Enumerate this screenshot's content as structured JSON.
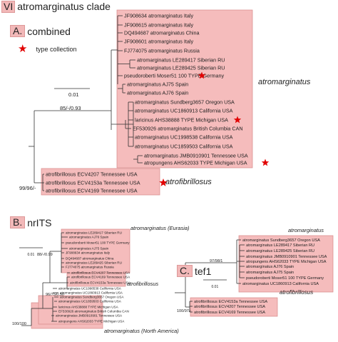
{
  "title": {
    "roman": "VI",
    "text": "atromarginatus clade"
  },
  "panels": {
    "A": {
      "letter": "A.",
      "name": "combined"
    },
    "B": {
      "letter": "B.",
      "name": "nrITS"
    },
    "C": {
      "letter": "C.",
      "name": "tef1"
    }
  },
  "legend": {
    "icon": "star-icon",
    "label": "type collection",
    "color": "#e10000"
  },
  "colors": {
    "highlight": "#f5bcbc",
    "highlight_border": "#d88888",
    "star": "#e10000",
    "line": "#333333"
  },
  "treeA": {
    "scale": "0.01",
    "support": [
      "85/-/0.93",
      "99/96/-"
    ],
    "clades": [
      "atromarginatus",
      "atrofibrillosus"
    ],
    "tips": [
      "JF908634 atromarginatus Italy",
      "JF908615 atromarginatus Italy",
      "DQ494687 atromarginatus China",
      "JF908601 atromarginatus Italy",
      "FJ774075 atromarginatus Russia",
      "atromarginatus LE289417 Siberian RU",
      "atromarginatus LE289425 Siberian RU",
      "pseudoroberti Moser51 100 TYPE Germany",
      "atromarginatus AJ75 Spain",
      "atromarginatus AJ76 Spain",
      "atromarginatus Sundberg3657 Oregon  USA",
      "atromarginatus UC1860913 California  USA",
      "laricinus AHS38888 TYPE Michigan  USA",
      "EF530926 atromarginatus British Columbia CAN",
      "atromarginatus UC1998538 California  USA",
      "atromarginatus UC1859503 California  USA",
      "atromarginatus JMB0910901 Tennessee  USA",
      "atropungens AHS62033 TYPE Michigan  USA",
      "atrofibrillosus ECV4207 Tennessee USA",
      "atrofibrillosus ECV4153a Tennessee USA",
      "atrofibrillosus ECV4169 Tennessee USA"
    ]
  },
  "treeB": {
    "scale": "0.01",
    "support": [
      "88/-/0.99",
      "96/75/0.50",
      "100/100"
    ],
    "clades": [
      "atromarginatus (Eurasia)",
      "atrofibrillosus",
      "atromarginatus (North America)"
    ],
    "tips": [
      "atromarginatus LE289417 Siberian RU",
      "atromarginatus AJ76 Spain",
      "pseudoroberti Moser51 100 TYPE Germany",
      "atromarginatus AJ75 Spain",
      "JF908634 atromarginatus Italy",
      "DQ494687 atromarginatus China",
      "atromarginatus LE289425 Siberian RU",
      "FJ774075 atromarginatus Russia",
      "atrofibrillosus ECV4207 Tennessee USA",
      "atrofibrillosus ECV4169 Tennessee USA",
      "atrofibrillosus ECV4153a Tennessee USA",
      "atromarginatus UC1998538 California  USA",
      "atromarginatus UC1860913 California  USA",
      "atromarginatus Sundberg3657 Oregon  USA",
      "atromarginatus UC1859503 California  USA",
      "laricinus AHS38888 TYPE Michigan  USA",
      "EF530926 atromarginatus British Columbia CAN",
      "atromarginatus JMB0910901 Tennessee  USA",
      "atropungens AHS62033 TYPE Michigan  USA"
    ]
  },
  "treeC": {
    "scale": "0.01",
    "support": [
      "97/98/1",
      "100/97/-"
    ],
    "clades": [
      "atromarginatus",
      "atrofibrillosus"
    ],
    "tips": [
      "atromarginatus Sundberg3657 Oregon USA",
      "atromarginatus LE289417 Siberian RU",
      "atromarginatus LE289425 Siberian RU",
      "atromarginatus JMB0910901 Tennessee USA",
      "atropungens AHS62033 TYPE Michigan USA",
      "atromarginatus AJ76 Spain",
      "atromarginatus AJ75 Spain",
      "pseudoroberti Moser51 100 TYPE Germany",
      "atromarginatus UC1860913 California USA",
      "atrofibrillosus ECV4153a Tennessee USA",
      "atrofibrillosus ECV4207 Tennessee USA",
      "atrofibrillosus ECV4169 Tennessee USA"
    ]
  }
}
